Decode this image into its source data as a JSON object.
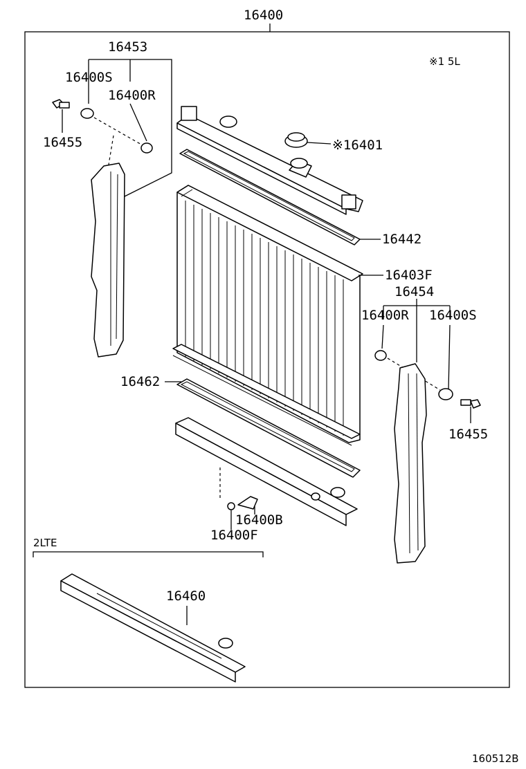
{
  "labels": {
    "assembly": "16400",
    "engine_note": "※1 5L",
    "lte_group": "2LTE",
    "diagram_code": "160512B"
  },
  "parts": [
    {
      "id": "p-16453",
      "number": "16453"
    },
    {
      "id": "p-16400s-left",
      "number": "16400S"
    },
    {
      "id": "p-16400r-left",
      "number": "16400R"
    },
    {
      "id": "p-16455-left",
      "number": "16455"
    },
    {
      "id": "p-16401",
      "number": "※16401"
    },
    {
      "id": "p-16442",
      "number": "16442"
    },
    {
      "id": "p-16403f",
      "number": "16403F"
    },
    {
      "id": "p-16454",
      "number": "16454"
    },
    {
      "id": "p-16400r-right",
      "number": "16400R"
    },
    {
      "id": "p-16400s-right",
      "number": "16400S"
    },
    {
      "id": "p-16455-right",
      "number": "16455"
    },
    {
      "id": "p-16462",
      "number": "16462"
    },
    {
      "id": "p-16400b",
      "number": "16400B"
    },
    {
      "id": "p-16400f",
      "number": "16400F"
    },
    {
      "id": "p-16460",
      "number": "16460"
    }
  ]
}
